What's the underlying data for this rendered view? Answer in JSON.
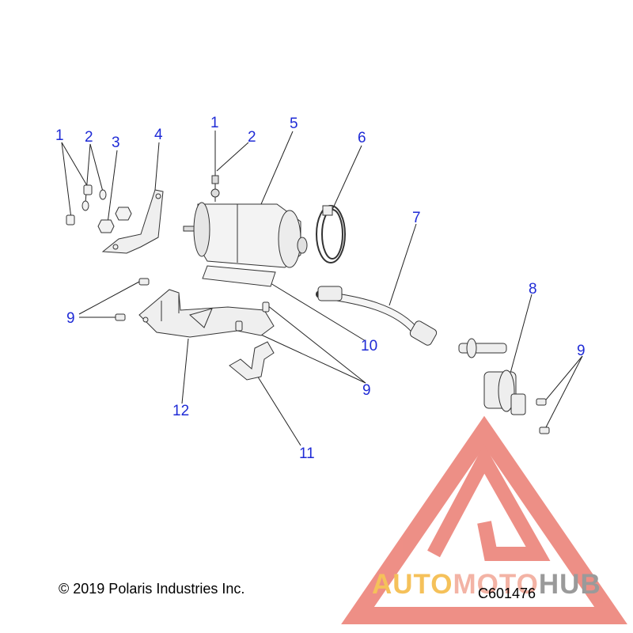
{
  "callouts": {
    "c1a": "1",
    "c2a": "2",
    "c3": "3",
    "c4": "4",
    "c1b": "1",
    "c2b": "2",
    "c5": "5",
    "c6": "6",
    "c7": "7",
    "c8": "8",
    "c9a": "9",
    "c9b": "9",
    "c9c": "9",
    "c10": "10",
    "c11": "11",
    "c12": "12"
  },
  "footer": {
    "copyright": "© 2019 Polaris Industries Inc.",
    "diagram_code": "C601476"
  },
  "watermark": {
    "part1": "AUTO",
    "part2": "MOTO",
    "part3": "HUB",
    "colors": {
      "gold": "#f5c15a",
      "salmon": "#f3b3a5",
      "gray": "#9a9a9a",
      "red": "#e86a5e"
    }
  },
  "colors": {
    "callout": "#1f2bd6",
    "line": "#333333"
  }
}
